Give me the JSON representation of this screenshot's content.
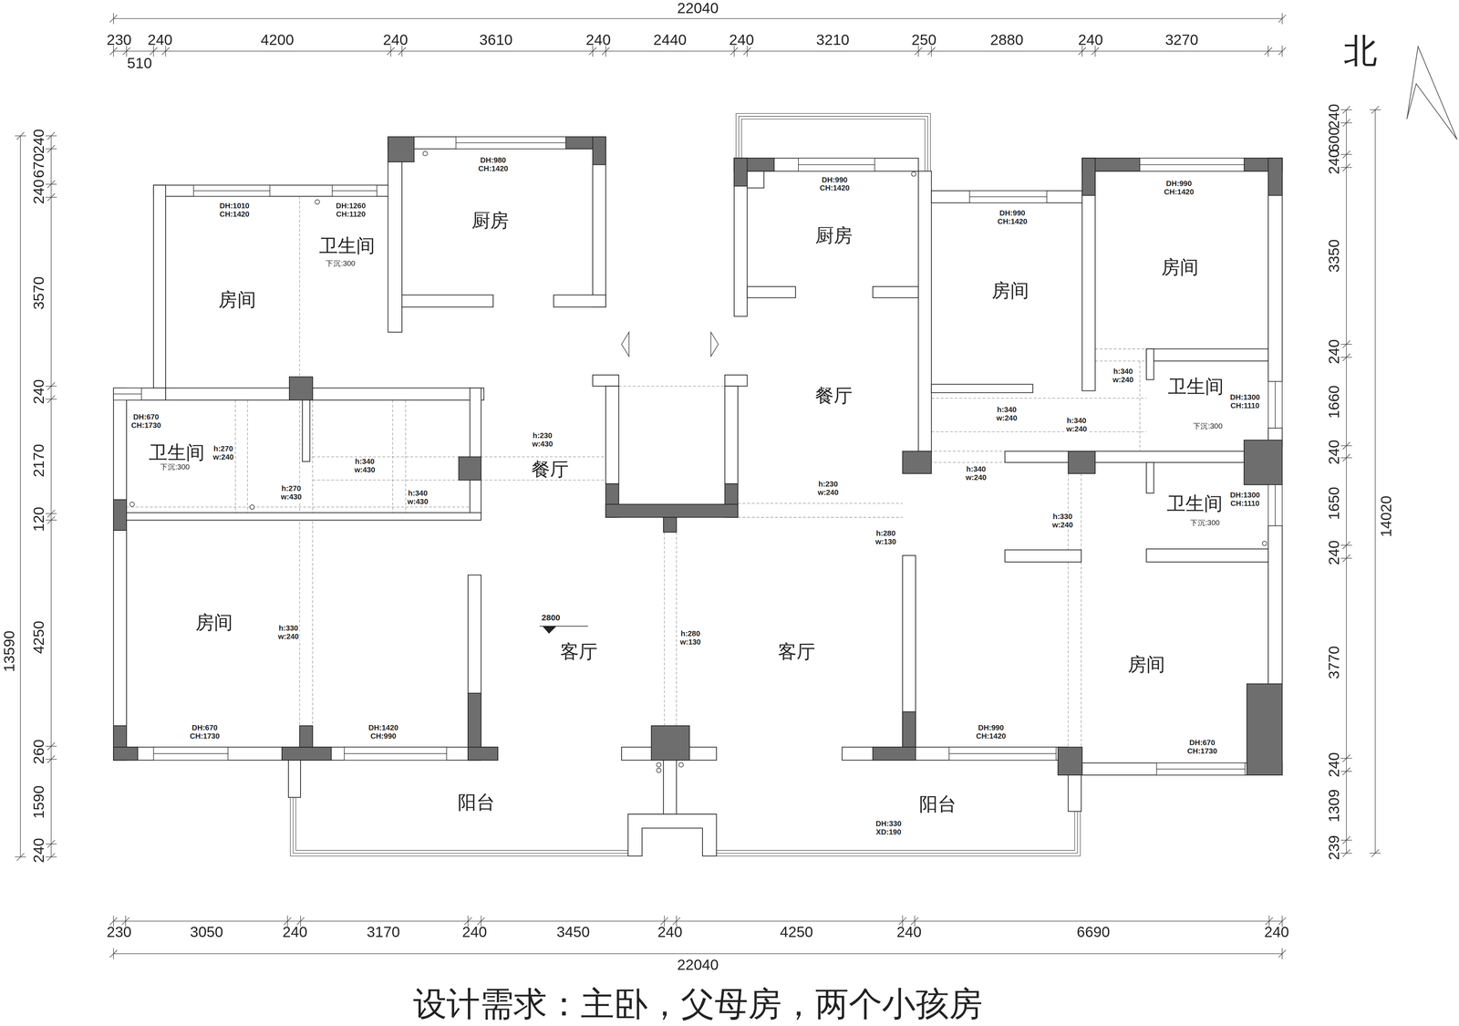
{
  "diagram": {
    "caption": "设计需求：主卧，父母房，两个小孩房",
    "labels": [
      "22040",
      "230",
      "240",
      "4200",
      "240",
      "3610",
      "240",
      "2440",
      "240",
      "3210",
      "250",
      "2880",
      "240",
      "3270",
      "510",
      "北",
      "13590",
      "240",
      "670",
      "240",
      "3570",
      "240",
      "2170",
      "120",
      "4250",
      "260",
      "1590",
      "240",
      "240",
      "600",
      "240",
      "3350",
      "240",
      "1660",
      "240",
      "1650",
      "240",
      "3770",
      "240",
      "1309",
      "239",
      "14020",
      "230",
      "3050",
      "240",
      "3170",
      "240",
      "3450",
      "240",
      "4250",
      "240",
      "6690",
      "240",
      "22040",
      "房间",
      "卫生间",
      "下沉:300",
      "厨房",
      "卫生间",
      "下沉:300",
      "餐厅",
      "房间",
      "客厅",
      "客厅",
      "阳台",
      "阳台",
      "厨房",
      "餐厅",
      "房间",
      "房间",
      "卫生间",
      "下沉:300",
      "卫生间",
      "下沉:300",
      "房间",
      "DH:1010 CH:1420",
      "DH:1260 CH:1120",
      "DH:980 CH:1420",
      "DH:990 CH:1420",
      "DH:990 CH:1420",
      "DH:990 CH:1420",
      "DH:670 CH:1730",
      "h:270 w:240",
      "h:340 w:430",
      "h:270 w:430",
      "h:340 w:430",
      "h:230 w:430",
      "h:330 w:240",
      "DH:670 CH:1730",
      "DH:1420 CH:990",
      "2800",
      "h:280 w:130",
      "h:230 w:240",
      "h:280 w:130",
      "h:340 w:240",
      "h:340 w:240",
      "h:340 w:240",
      "h:340 w:240",
      "h:330 w:240",
      "DH:1300 CH:1110",
      "DH:1300 CH:1110",
      "DH:990 CH:1420",
      "DH:670 CH:1730",
      "DH:330 XD:190"
    ]
  }
}
